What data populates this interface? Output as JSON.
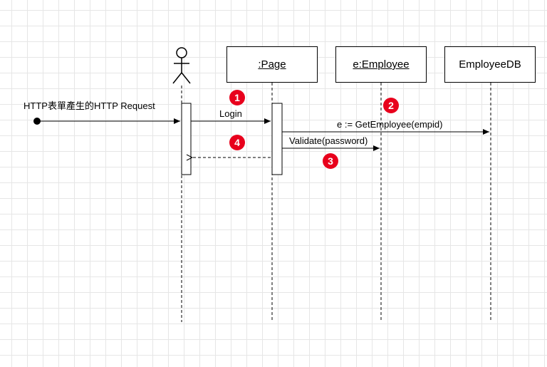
{
  "participants": {
    "page": ":Page",
    "employee": "e:Employee",
    "employee_db": "EmployeeDB"
  },
  "messages": {
    "incoming": "HTTP表單產生的HTTP Request",
    "login": "Login",
    "get_employee": "e := GetEmployee(empid)",
    "validate": "Validate(password)"
  },
  "steps": [
    "1",
    "2",
    "3",
    "4"
  ],
  "colors": {
    "badge": "#e8001c",
    "lines": "#000000",
    "grid": "#e6e6e6"
  }
}
